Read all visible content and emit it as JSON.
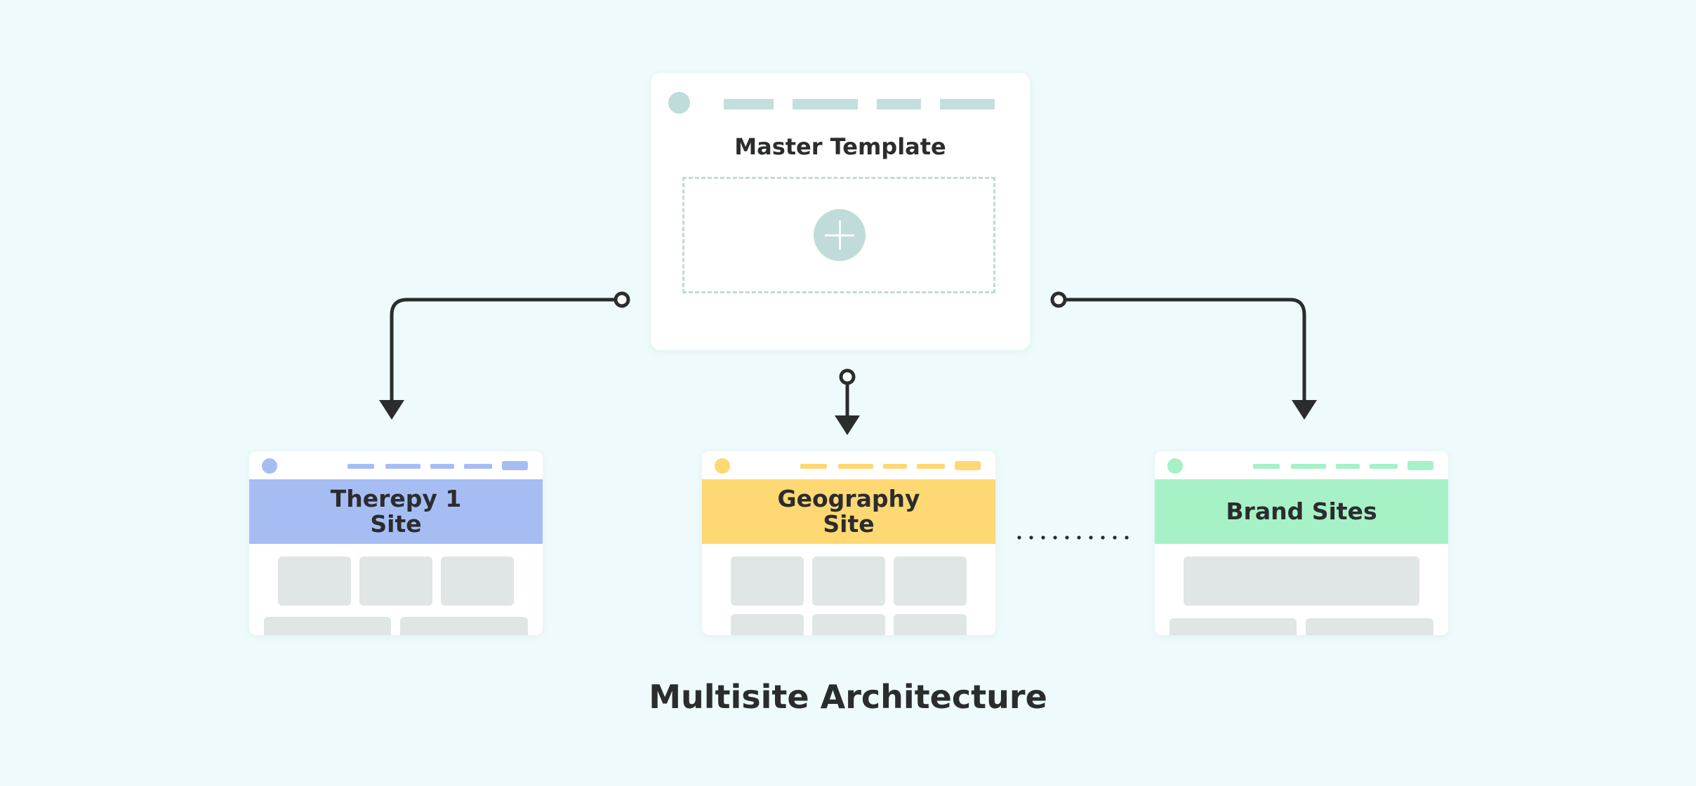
{
  "master": {
    "title": "Master Template",
    "accent": "#bfdcda",
    "icon": "plus-icon"
  },
  "sites": [
    {
      "title": "Therepy 1 Site",
      "line1": "Therepy 1",
      "line2": "Site",
      "color": "#a6bdf4",
      "accent": "#a6bdf4"
    },
    {
      "title": "Geography Site",
      "line1": "Geography",
      "line2": "Site",
      "color": "#fed872",
      "accent": "#fed872"
    },
    {
      "title": "Brand Sites",
      "line1": "Brand Sites",
      "line2": "",
      "color": "#a6f1c6",
      "accent": "#a6f1c6"
    }
  ],
  "caption": "Multisite Architecture",
  "colors": {
    "background": "#eefafb",
    "connector": "#2b2c2e",
    "placeholder_block": "#dfe6e5"
  }
}
